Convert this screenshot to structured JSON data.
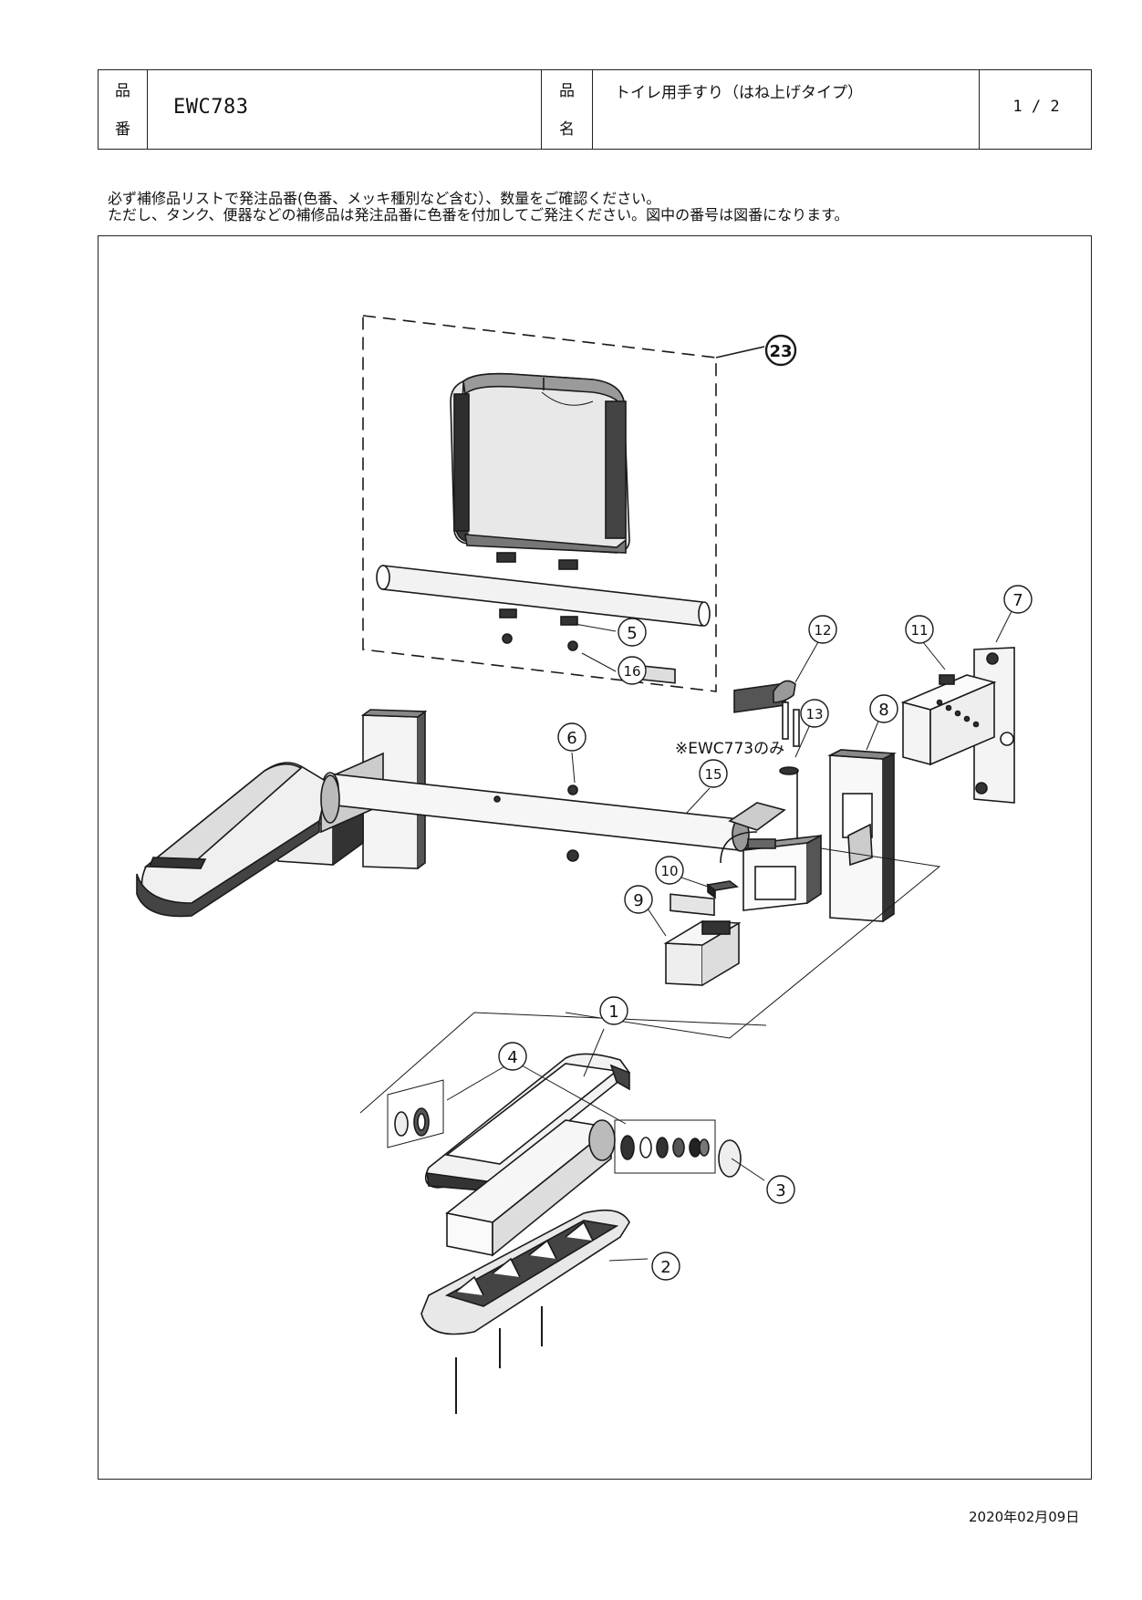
{
  "header": {
    "part_no_label_top": "品",
    "part_no_label_bottom": "番",
    "part_no": "EWC783",
    "name_label_top": "品",
    "name_label_bottom": "名",
    "product_name": "トイレ用手すり（はね上げタイプ）",
    "page": "1 / 2"
  },
  "notes": [
    "必ず補修品リストで発注品番(色番、メッキ種別など含む）、数量をご確認ください。",
    "ただし、タンク、便器などの補修品は発注品番に色番を付加してご発注ください。図中の番号は図番になります。"
  ],
  "diagram": {
    "callouts": [
      "23",
      "5",
      "16",
      "12",
      "11",
      "7",
      "13",
      "8",
      "6",
      "15",
      "10",
      "9",
      "1",
      "4",
      "3",
      "2"
    ],
    "annotation": "※EWC773のみ"
  },
  "date": "2020年02月09日"
}
